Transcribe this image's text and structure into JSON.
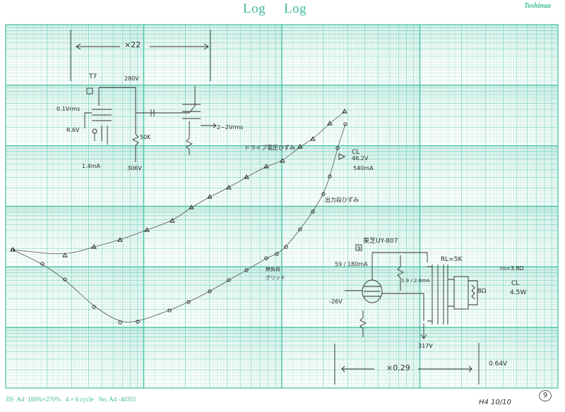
{
  "header": {
    "title_left": "Log",
    "title_right": "Log",
    "brand": "Toshinaa"
  },
  "footer": {
    "spec": "JIS  A4  180%×270%   4 × 6 cycle   No. A4 -40351",
    "page_number": "9",
    "signature": "H4 10/10"
  },
  "annotations": {
    "gain_top": "×22",
    "gain_bottom": "×0.29",
    "bottom_voltage": "0.64V",
    "tube_label": "T7",
    "b_plus_top": "280V",
    "input_level": "0.1Vrms",
    "grid_bias": "R.6V",
    "cathode_current": "1.4mA",
    "plate_resistor": "50K",
    "plate_voltage": "306V",
    "output_level": "2~2Vrms",
    "curve_label_upper": "ドライブ電圧ひずみ",
    "cl_label": "CL",
    "cl_voltage": "46.2V",
    "cl_current": "540mA",
    "curve_label_lower": "出力段ひずみ",
    "lower_note_1": "無負荷",
    "lower_note_2": "グリッド",
    "output_tube": "東芝UY-807",
    "tube_box": "9",
    "screen_values": "59 / 180mA",
    "plate_values": "1.9 / 2.8mA",
    "bias": "-26V",
    "transformer_ratio": "RL=5K",
    "speaker": "8Ω",
    "ro_value": "ro=3.8Ω",
    "cl_out_label": "CL",
    "output_power": "4.5W",
    "supply": "317V"
  }
}
